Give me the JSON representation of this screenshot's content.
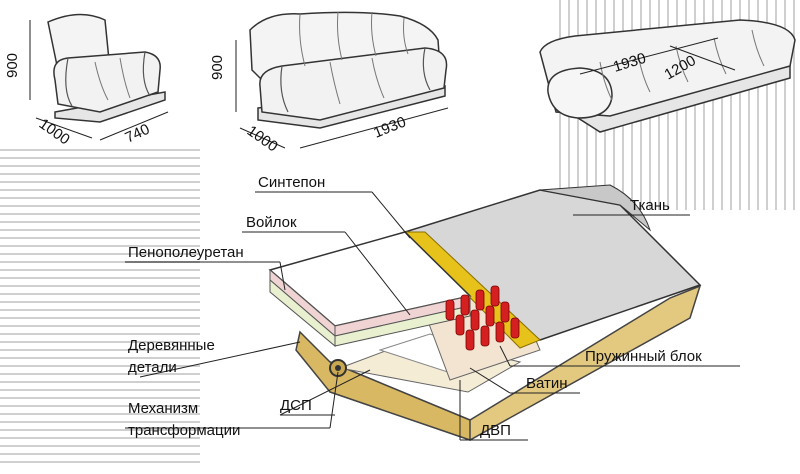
{
  "products": [
    {
      "name": "armchair",
      "dims": [
        "900",
        "1000",
        "740"
      ]
    },
    {
      "name": "sofa",
      "dims": [
        "900",
        "1000",
        "1930"
      ]
    },
    {
      "name": "sofa-bed",
      "dims": [
        "1930",
        "1200"
      ]
    }
  ],
  "labels": {
    "sinteponLabel": "Синтепон",
    "voylokLabel": "Войлок",
    "tkanLabel": "Ткань",
    "penopoliuretanLabel": "Пенополеуретан",
    "derevLine1": "Деревянные",
    "derevLine2": "детали",
    "pruzhinLabel": "Пружинный блок",
    "vatinLabel": "Ватин",
    "dspLabel": "ДСП",
    "mechLine1": "Механизм",
    "mechLine2": "трансформации",
    "dvpLabel": "ДВП"
  },
  "colors": {
    "fabric": "#d8d8d8",
    "felt": "#f0d4d4",
    "padding_yellow": "#e6c21a",
    "foam": "#e8f0d0",
    "springs": "#d42020",
    "wood": "#e2c77c",
    "stripes": "#c8c8c8"
  }
}
